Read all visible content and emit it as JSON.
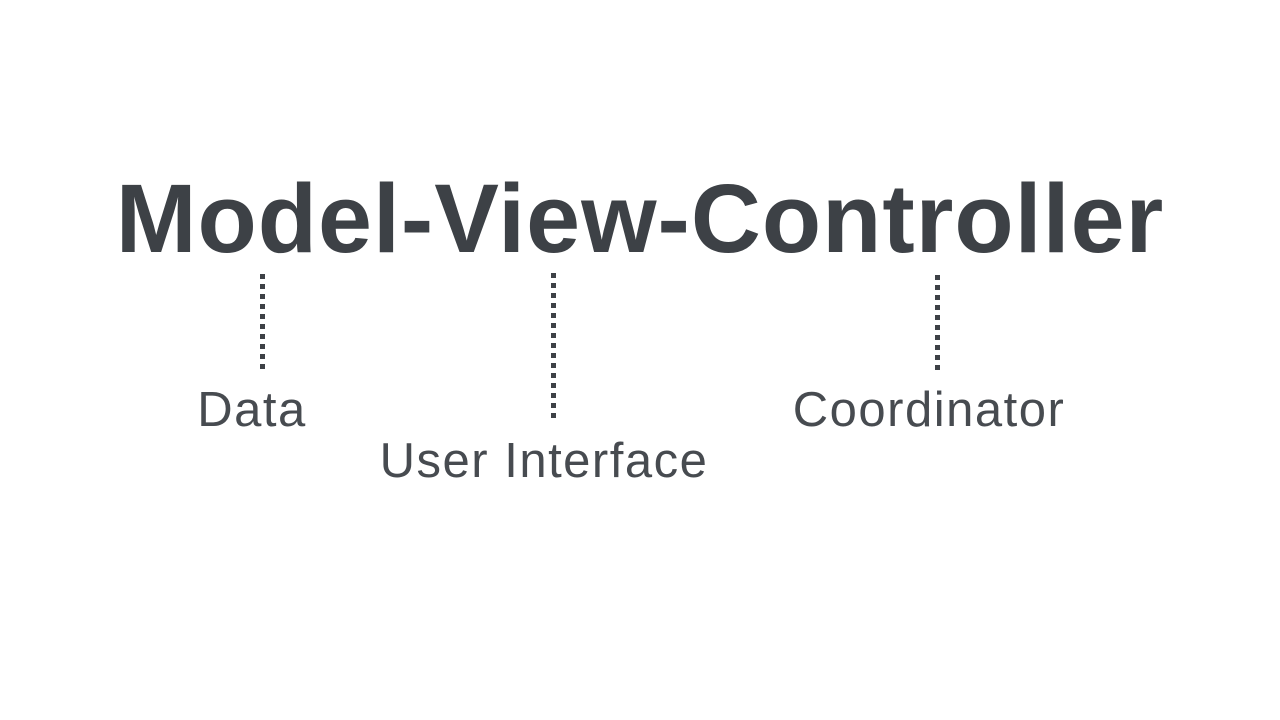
{
  "slide": {
    "title": "Model-View-Controller",
    "concepts": [
      {
        "term": "Model",
        "label": "Data"
      },
      {
        "term": "View",
        "label": "User Interface"
      },
      {
        "term": "Controller",
        "label": "Coordinator"
      }
    ],
    "colors": {
      "background": "#ffffff",
      "title_text": "#3d4146",
      "label_text": "#474b50",
      "connector": "#3d4146"
    }
  }
}
